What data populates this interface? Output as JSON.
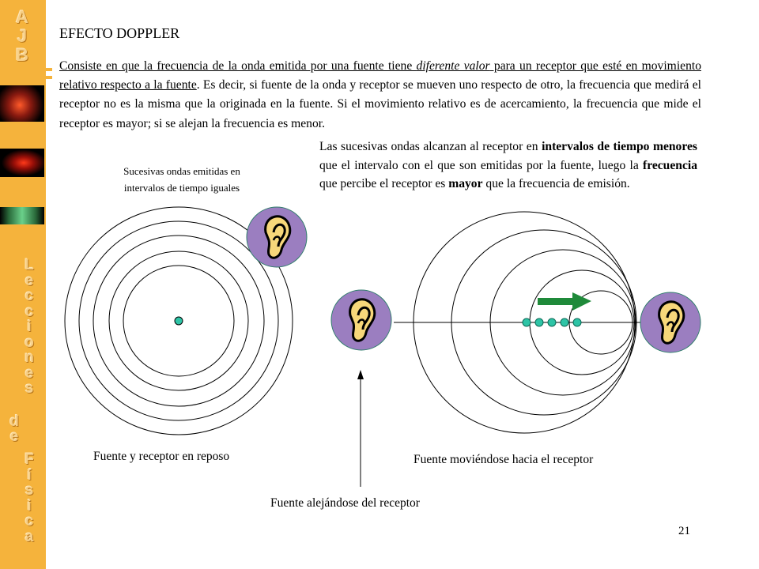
{
  "sidebar": {
    "brand_letters": [
      "A",
      "J",
      "B"
    ],
    "lecciones_letters": [
      "L",
      "e",
      "c",
      "c",
      "i",
      "o",
      "n",
      "e",
      "s"
    ],
    "de_letters": [
      "d",
      "e"
    ],
    "fisica_letters": [
      "F",
      "í",
      "s",
      "i",
      "c",
      "a"
    ]
  },
  "slide": {
    "title": "EFECTO DOPPLER",
    "paragraph": {
      "underlined_start": "Consiste en que la frecuencia de la onda emitida por una fuente tiene ",
      "italic_underlined": "diferente valor",
      "underlined_end": " para un receptor que esté en movimiento relativo respecto a la fuente",
      "rest": ". Es decir, si fuente de la onda y receptor se mueven uno respecto de otro, la frecuencia que medirá el receptor no es la misma que la originada en la fuente. Si el movimiento relativo es de acercamiento, la frecuencia que mide el receptor es mayor; si se alejan la frecuencia es menor."
    },
    "explanation": {
      "t1": "Las sucesivas ondas alcanzan al receptor en ",
      "b1": "intervalos de tiempo menores",
      "t2": " que el intervalo con el que son emitidas por la fuente, luego la ",
      "b2": "frecuencia",
      "t3": " que percibe el receptor es ",
      "b3": "mayor",
      "t4": " que la frecuencia de emisión."
    },
    "caption_waves": "Sucesivas ondas emitidas en intervalos de tiempo iguales",
    "label_rest": "Fuente y receptor en reposo",
    "label_towards": "Fuente moviéndose hacia el receptor",
    "label_away": "Fuente alejándose del receptor",
    "page_number": "21"
  },
  "colors": {
    "sidebar": "#f5b33c",
    "source_dot": "#2ec4a6",
    "arrow": "#1f8a3a",
    "ear_teal": "#4dbba0",
    "ear_purple": "#9b7ec0",
    "ear_skin": "#f7d77a"
  },
  "icons": [
    "ear-icon",
    "arrow-right-icon",
    "source-dot-icon"
  ]
}
